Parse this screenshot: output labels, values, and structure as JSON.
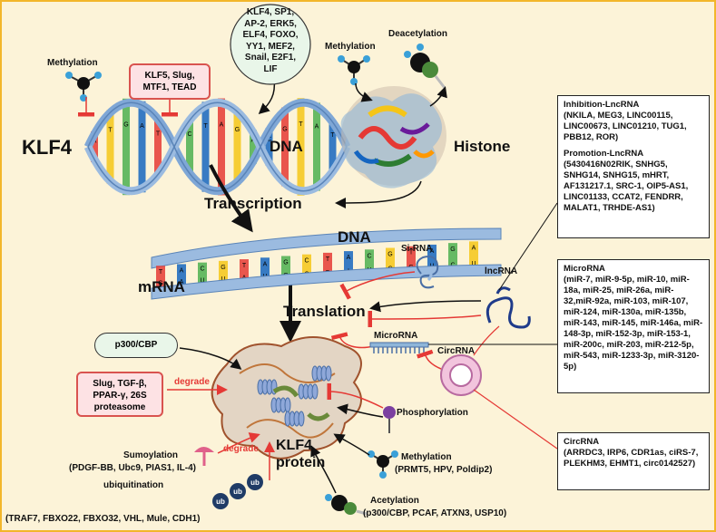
{
  "labels": {
    "methylation_top": "Methylation",
    "klf4": "KLF4",
    "dna_top": "DNA",
    "methylation_histone": "Methylation",
    "deacetylation": "Deacetylation",
    "histone": "Histone",
    "transcription": "Transcription",
    "dna_mid": "DNA",
    "mrna": "mRNA",
    "sirna": "Si-RNA",
    "lncrna": "lncRNA",
    "translation": "Translation",
    "microrna_small": "MicroRNA",
    "circrna_small": "CircRNA",
    "p300cbp": "p300/CBP",
    "degrade1": "degrade",
    "degrade2": "degrade",
    "phosphorylation": "Phosphorylation",
    "sumoylation": "Sumoylation",
    "sumoylation_factors": "(PDGF-BB, Ubc9, PIAS1, IL-4)",
    "klf4_protein_1": "KLF4",
    "klf4_protein_2": "protein",
    "methylation_bottom": "Methylation",
    "methylation_bottom_factors": "(PRMT5, HPV, Poldip2)",
    "ubiquitination": "ubiquitination",
    "ubiquitination_factors": "(TRAF7, FBXO22, FBXO32, VHL, Mule, CDH1)",
    "acetylation": "Acetylation",
    "acetylation_factors": "(p300/CBP, PCAF, ATXN3, USP10)",
    "ub": "ub"
  },
  "pink_boxes": {
    "repressors": [
      "KLF5, Slug,",
      "MTF1, TEAD"
    ],
    "degraders": [
      "Slug, TGF-β,",
      "PPAR-γ, 26S",
      "proteasome"
    ]
  },
  "tf_circle": [
    "KLF4, SP1,",
    "AP-2, ERK5,",
    "ELF4, FOXO,",
    "YY1, MEF2,",
    "Snail, E2F1,",
    "LIF"
  ],
  "lnc_box": {
    "inhibition_title": "Inhibition-LncRNA",
    "inhibition_items": "(NKILA, MEG3, LINC00115, LINC00673, LINC01210, TUG1, PBB12, ROR)",
    "promotion_title": "Promotion-LncRNA",
    "promotion_items": "(5430416N02RIK, SNHG5, SNHG14, SNHG15, mHRT, AF131217.1, SRC-1, OIP5-AS1, LINC01133, CCAT2, FENDRR, MALAT1, TRHDE-AS1)"
  },
  "mirna_box": {
    "title": "MicroRNA",
    "items": "(miR-7, miR-9-5p, miR-10, miR-18a, miR-25, miR-26a, miR-32,miR-92a, miR-103, miR-107, miR-124, miR-130a, miR-135b, miR-143, miR-145, miR-146a, miR-148-3p, miR-152-3p, miR-153-1, miR-200c, miR-203, miR-212-5p, miR-543, miR-1233-3p, miR-3120-5p)"
  },
  "circ_box": {
    "title": "CircRNA",
    "items": "(ARRDC3, IRP6, CDR1as, ciRS-7, PLEKHM3, EHMT1, circ0142527)"
  },
  "dna_letters_top": [
    "A",
    "T",
    "G",
    "A",
    "T",
    "G",
    "C",
    "T",
    "A",
    "G",
    "A",
    "C",
    "G",
    "T",
    "A",
    "T"
  ],
  "dna_letters_mid_top": [
    "T",
    "A",
    "C",
    "G",
    "T",
    "A",
    "G",
    "C",
    "T",
    "A",
    "C",
    "G",
    "T",
    "A",
    "G",
    "A"
  ],
  "dna_letters_mid_bottom": [
    "G",
    "A",
    "U",
    "U",
    "A",
    "U",
    "G",
    "C",
    "G",
    "A",
    "U",
    "C",
    "G",
    "U",
    "C",
    "U"
  ],
  "colors": {
    "background": "#fcf3d8",
    "border": "#f2b62a",
    "inhibit_red": "#e53935",
    "helix_blue": "#7fa7d6",
    "pink_fill": "#fde2e4",
    "green_fill": "#e9f6e9"
  }
}
